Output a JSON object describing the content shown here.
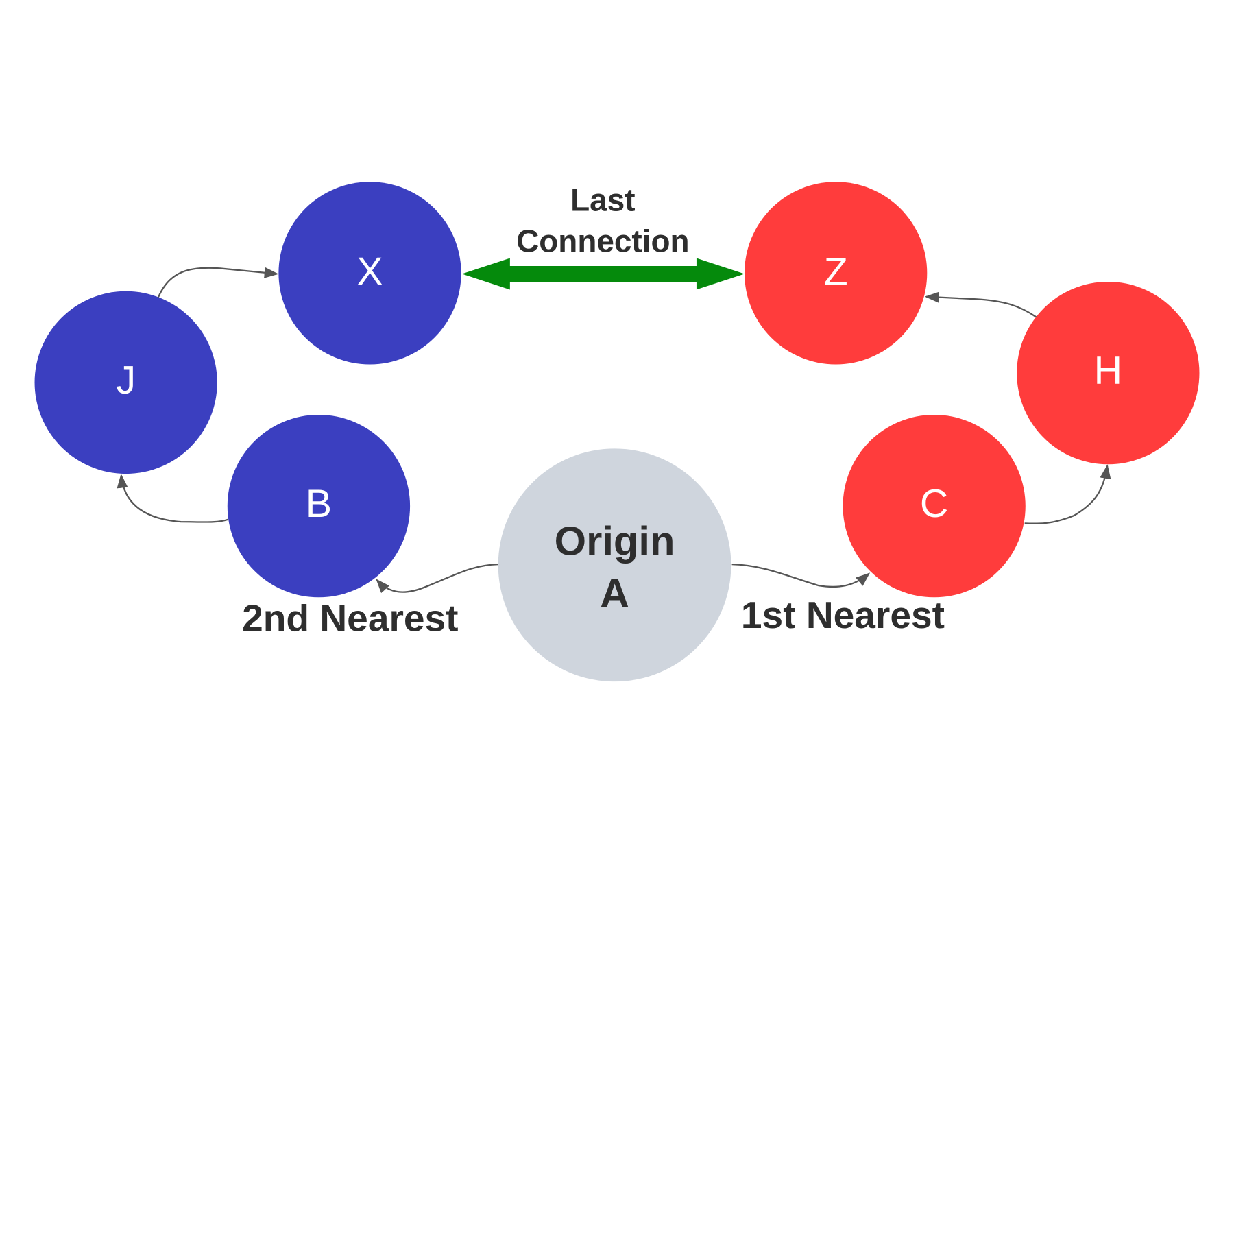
{
  "colors": {
    "blue": "#3b3fc0",
    "red": "#ff3c3c",
    "origin": "#cfd5dd",
    "green": "#058a0c",
    "edge": "#555555",
    "text": "#2e2e2e"
  },
  "nodes": {
    "x": "X",
    "z": "Z",
    "j": "J",
    "b": "B",
    "h": "H",
    "c": "C",
    "origin_line1": "Origin",
    "origin_line2": "A"
  },
  "labels": {
    "last_line1": "Last",
    "last_line2": "Connection",
    "second_nearest": "2nd Nearest",
    "first_nearest": "1st Nearest"
  }
}
